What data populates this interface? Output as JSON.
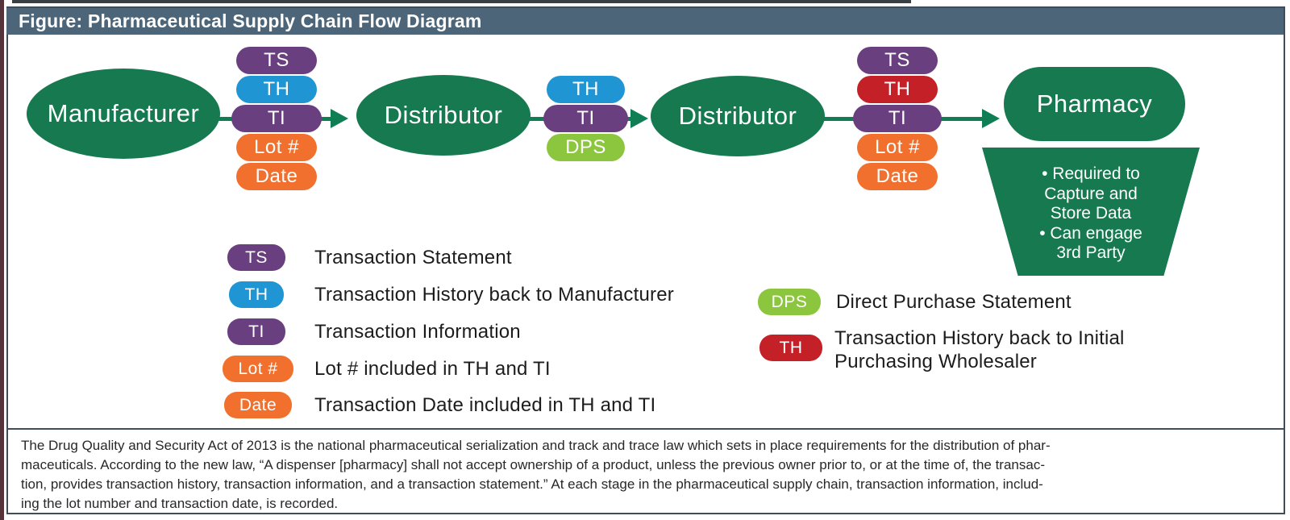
{
  "title_bar": {
    "text": "Figure: Pharmaceutical Supply Chain Flow Diagram"
  },
  "colors": {
    "title_bar": "#4c6579",
    "frame_border": "#3f4c59",
    "node_green": "#16794f",
    "arrow_green": "#0f7e54",
    "badge_purple": "#6a3f80",
    "badge_blue": "#2095d3",
    "badge_orange": "#f2702d",
    "badge_red": "#c32028",
    "badge_dps_green": "#8cc63e"
  },
  "flow": {
    "nodes": [
      {
        "label": "Manufacturer"
      },
      {
        "label": "Distributor"
      },
      {
        "label": "Distributor"
      },
      {
        "label": "Pharmacy"
      }
    ],
    "stacks": [
      {
        "badges": [
          {
            "label": "TS",
            "color": "purple"
          },
          {
            "label": "TH",
            "color": "blue"
          },
          {
            "label": "TI",
            "color": "purple"
          },
          {
            "label": "Lot #",
            "color": "orange"
          },
          {
            "label": "Date",
            "color": "orange"
          }
        ]
      },
      {
        "badges": [
          {
            "label": "TH",
            "color": "blue"
          },
          {
            "label": "TI",
            "color": "purple"
          },
          {
            "label": "DPS",
            "color": "dps_green"
          }
        ]
      },
      {
        "badges": [
          {
            "label": "TS",
            "color": "purple"
          },
          {
            "label": "TH",
            "color": "red"
          },
          {
            "label": "TI",
            "color": "purple"
          },
          {
            "label": "Lot #",
            "color": "orange"
          },
          {
            "label": "Date",
            "color": "orange"
          }
        ]
      }
    ],
    "pharmacy_note": {
      "lines": [
        "• Required to",
        "Capture and",
        "Store Data",
        "• Can engage",
        "3rd Party"
      ]
    }
  },
  "legend": {
    "left": [
      {
        "badge": "TS",
        "color": "purple",
        "label": "Transaction Statement"
      },
      {
        "badge": "TH",
        "color": "blue",
        "label": "Transaction History back to Manufacturer"
      },
      {
        "badge": "TI",
        "color": "purple",
        "label": "Transaction Information"
      },
      {
        "badge": "Lot #",
        "color": "orange",
        "label": "Lot # included in TH and TI"
      },
      {
        "badge": "Date",
        "color": "orange",
        "label": "Transaction Date included in TH and TI"
      }
    ],
    "right": [
      {
        "badge": "DPS",
        "color": "dps_green",
        "label": "Direct Purchase Statement"
      },
      {
        "badge": "TH",
        "color": "red",
        "label_line1": "Transaction History back to Initial",
        "label_line2": "Purchasing Wholesaler"
      }
    ]
  },
  "footer": {
    "lines": [
      "The Drug Quality and Security Act of 2013 is the national pharmaceutical serialization and track and trace law which sets in place requirements for the distribution of phar-",
      "maceuticals. According to the new law, “A dispenser [pharmacy] shall not accept ownership of a product, unless the previous owner prior to, or at the time of, the transac-",
      "tion, provides transaction history, transaction information, and a transaction statement.” At each stage in the pharmaceutical supply chain, transaction information, includ-",
      "ing the lot number and transaction date, is recorded."
    ]
  }
}
